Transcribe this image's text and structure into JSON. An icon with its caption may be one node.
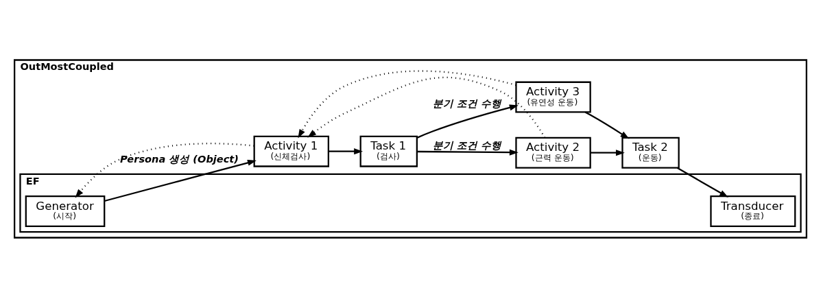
{
  "diagram": {
    "nodes": [
      {
        "text": [
          "OutMostCoupled"
        ]
      },
      {
        "text": [
          "EF"
        ],
        "in": 0
      },
      {
        "text": [
          "Generator",
          "(시작)"
        ],
        "in": 1
      },
      {
        "text": [
          "Transducer",
          "(종료)"
        ],
        "in": 1
      },
      {
        "text": [
          "Activity 1",
          "(신체검사)"
        ],
        "in": 0
      },
      {
        "text": [
          "Task 1",
          "(검사)"
        ],
        "in": 0
      },
      {
        "text": [
          "Activity 2",
          "(근력 운동)"
        ],
        "in": 0
      },
      {
        "text": [
          "Activity 3",
          "(유연성 운동)"
        ],
        "in": 0
      },
      {
        "text": [
          "Task 2",
          "(운동)"
        ],
        "in": 0
      }
    ],
    "edges": [
      {
        "from": 2,
        "to": 4,
        "arrow": "to",
        "label": "Persona 생성 (Object)"
      },
      {
        "from": 4,
        "to": 2,
        "arrow": "to",
        "style": "dashed"
      },
      {
        "from": 4,
        "to": 5,
        "arrow": "to"
      },
      {
        "from": 5,
        "to": 6,
        "arrow": "to",
        "label": "분기 조건 수행"
      },
      {
        "from": 5,
        "to": 7,
        "arrow": "to",
        "label": "분기 조건 수행"
      },
      {
        "from": 6,
        "to": 8,
        "arrow": "to"
      },
      {
        "from": 7,
        "to": 8,
        "arrow": "to"
      },
      {
        "from": 8,
        "to": 3,
        "arrow": "to"
      },
      {
        "from": 6,
        "to": 4,
        "arrow": "to",
        "style": "dashed"
      },
      {
        "from": 7,
        "to": 4,
        "arrow": "to",
        "style": "dashed"
      }
    ]
  }
}
